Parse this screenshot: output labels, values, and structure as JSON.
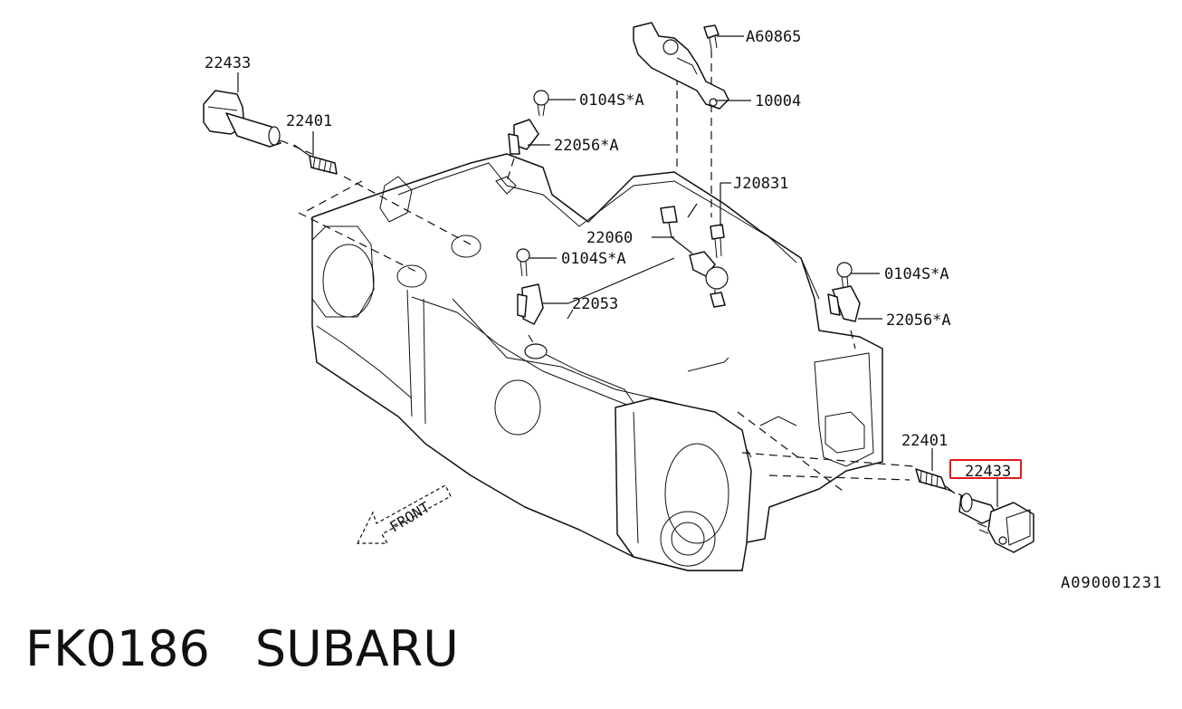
{
  "diagram": {
    "labels": {
      "coil_left": "22433",
      "plug_left": "22401",
      "bolt_top": "A60865",
      "bracket": "10004",
      "bolt_cam_left": "0104S*A",
      "cam_sensor_left": "22056*A",
      "harness_bolt": "J20831",
      "knock_sensor": "22060",
      "bolt_crank": "0104S*A",
      "crank_sensor": "22053",
      "bolt_cam_right": "0104S*A",
      "cam_sensor_right": "22056*A",
      "plug_right": "22401",
      "coil_right": "22433",
      "front": "FRONT"
    },
    "reference_code": "A090001231",
    "highlight_color": "#e0191b"
  },
  "caption": {
    "code": "FK0186",
    "brand": "SUBARU"
  }
}
